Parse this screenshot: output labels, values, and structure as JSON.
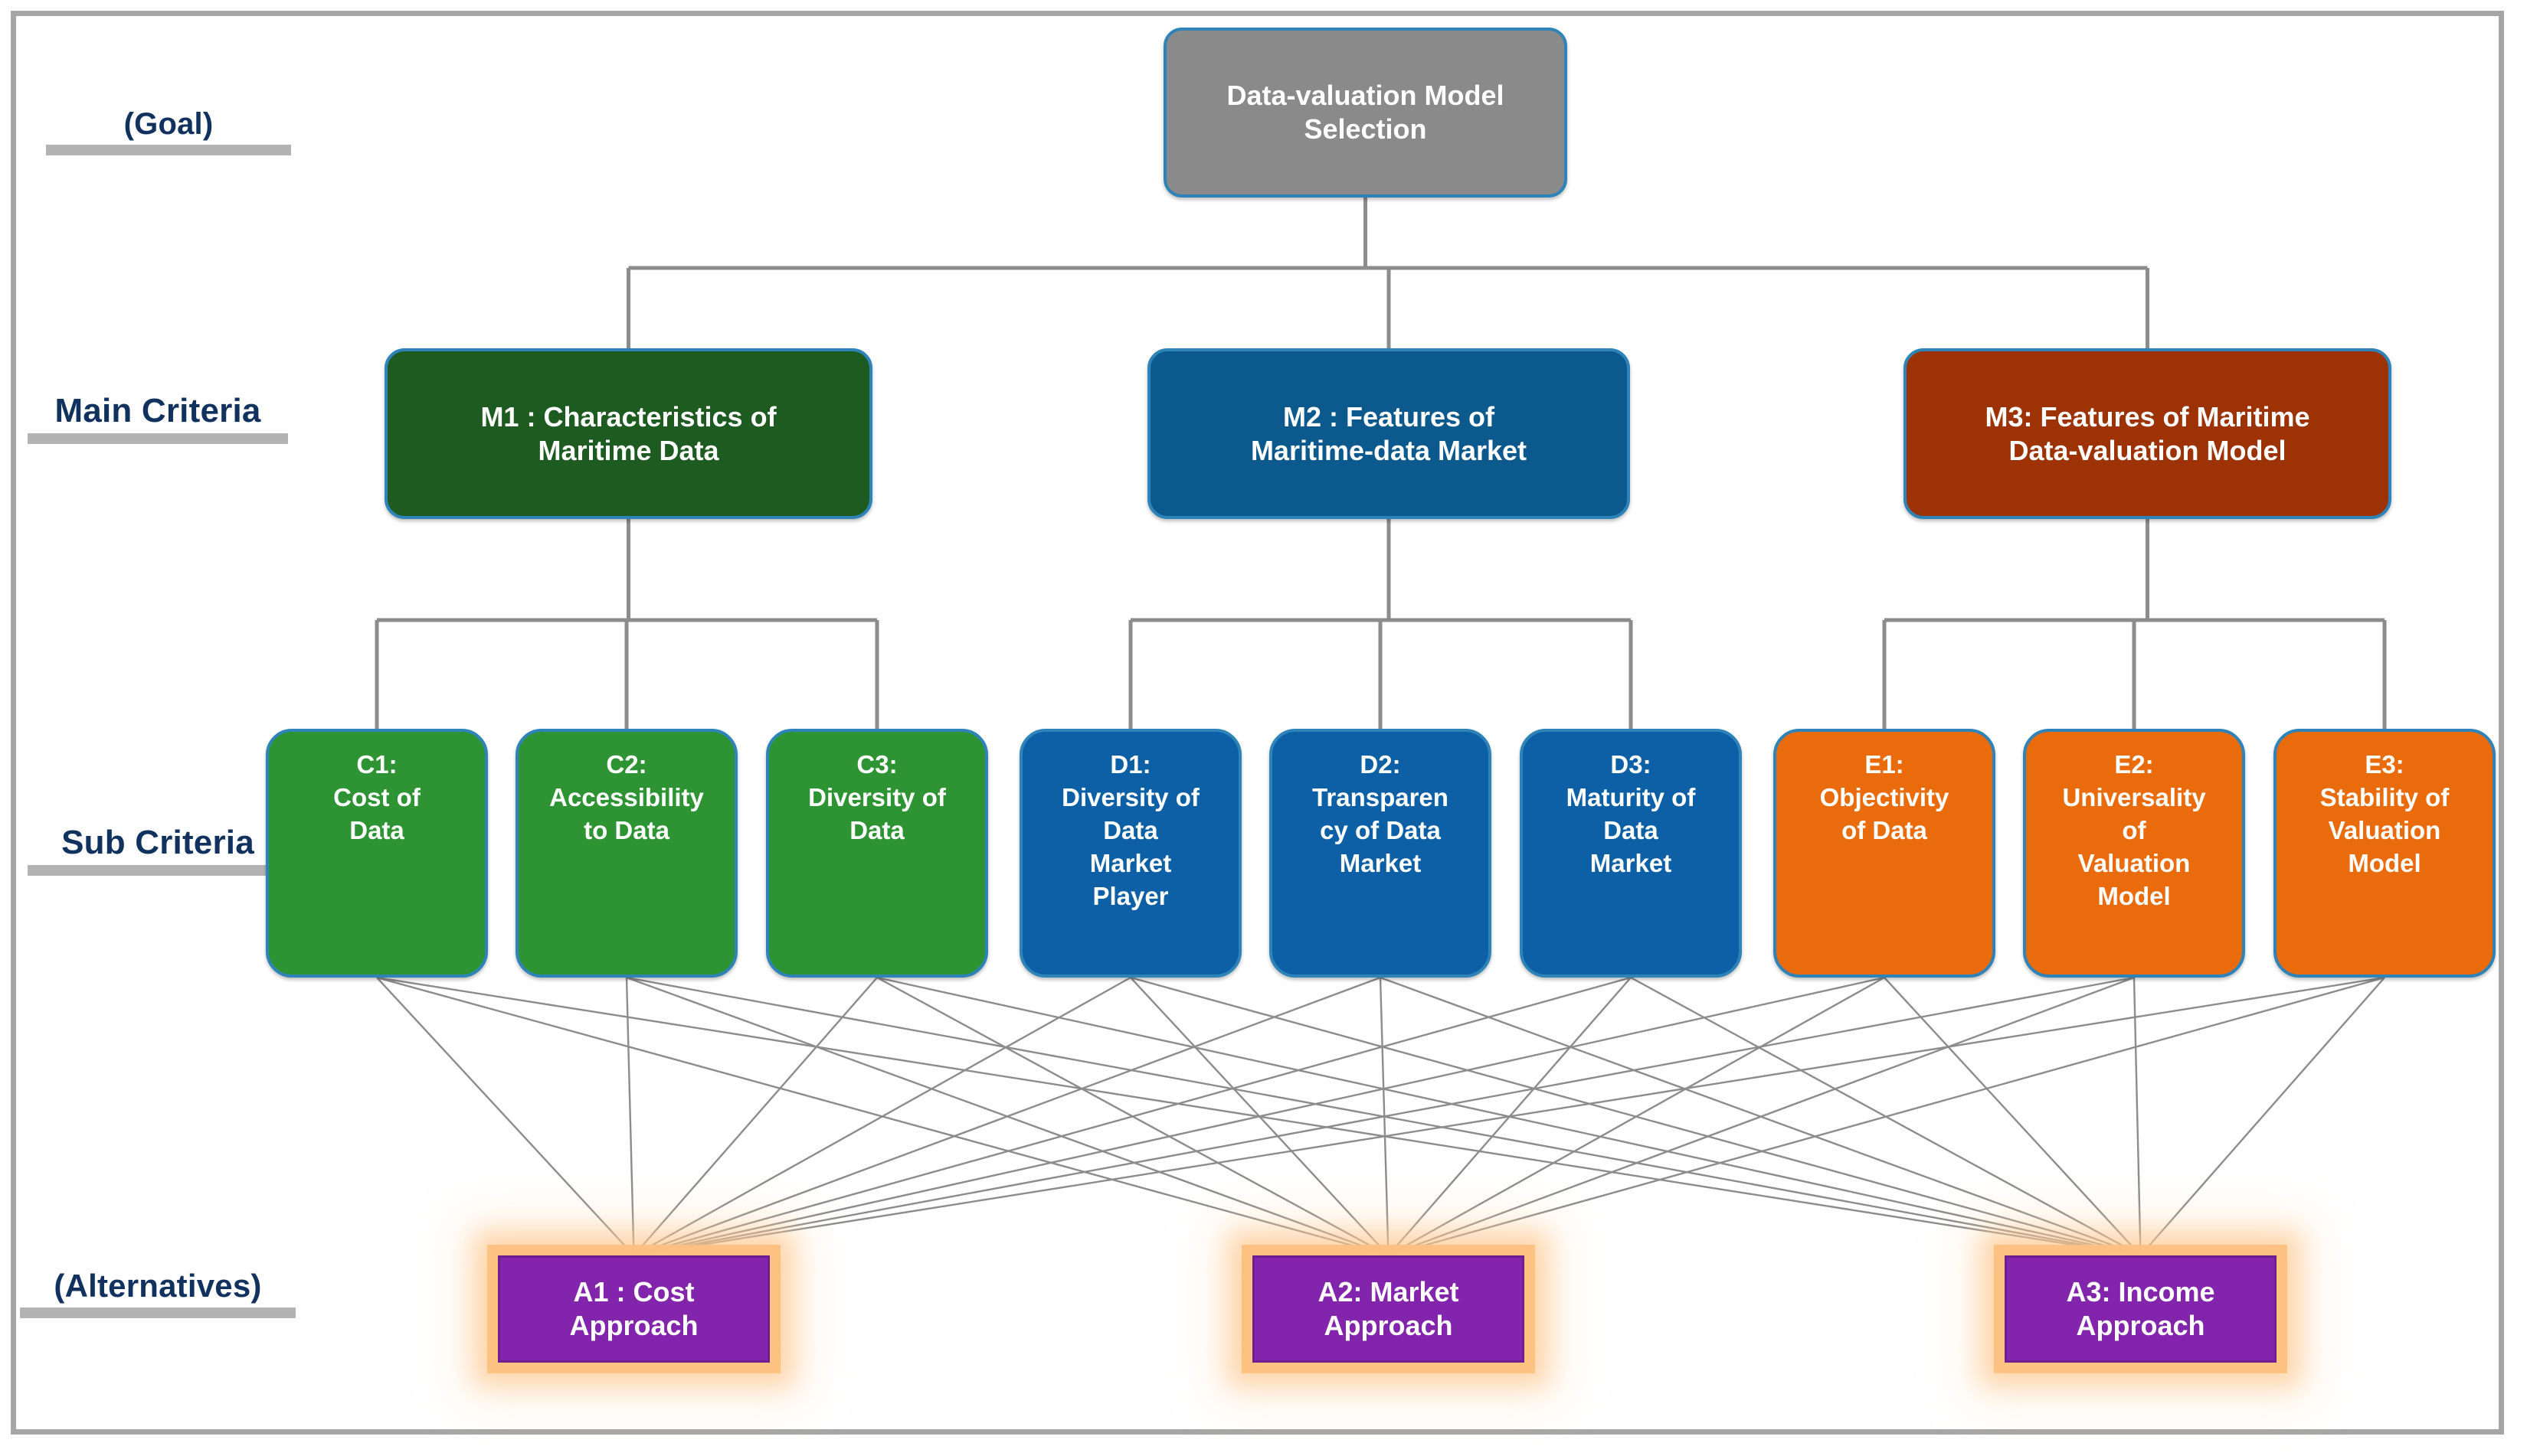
{
  "diagram": {
    "title": "AHP hierarchy for data-valuation model selection",
    "colors": {
      "goal": "#8a8a8a",
      "m1": "#1e5b20",
      "m2": "#0c5a8d",
      "m3": "#9d3205",
      "sub_c": "#2e9433",
      "sub_d": "#0d60a5",
      "sub_e": "#e96b0c",
      "alternative": "#8324ad",
      "alternative_glow": "#fdc180",
      "node_outline": "#2e83b8",
      "connector": "#8c8c8c",
      "row_label_text": "#11315e",
      "row_label_rule": "#b3b3b3",
      "frame": "#a6a6a6"
    }
  },
  "row_labels": [
    {
      "id": "row-goal",
      "text": "(Goal)"
    },
    {
      "id": "row-main",
      "text": "Main Criteria"
    },
    {
      "id": "row-sub",
      "text": "Sub Criteria"
    },
    {
      "id": "row-alternatives",
      "text": "(Alternatives)"
    }
  ],
  "goal": {
    "id": "G",
    "text": "Data-valuation Model\nSelection"
  },
  "main_criteria": [
    {
      "id": "M1",
      "text": "M1 : Characteristics of\nMaritime Data"
    },
    {
      "id": "M2",
      "text": "M2 : Features of\nMaritime-data Market"
    },
    {
      "id": "M3",
      "text": "M3: Features of Maritime\nData-valuation Model"
    }
  ],
  "sub_criteria": [
    {
      "id": "C1",
      "parent": "M1",
      "text": "C1:\nCost of\nData"
    },
    {
      "id": "C2",
      "parent": "M1",
      "text": "C2:\nAccessibility\nto Data"
    },
    {
      "id": "C3",
      "parent": "M1",
      "text": "C3:\nDiversity of\nData"
    },
    {
      "id": "D1",
      "parent": "M2",
      "text": "D1:\nDiversity of\nData\nMarket\nPlayer"
    },
    {
      "id": "D2",
      "parent": "M2",
      "text": "D2:\nTransparen\ncy of Data\nMarket"
    },
    {
      "id": "D3",
      "parent": "M2",
      "text": "D3:\nMaturity of\nData\nMarket"
    },
    {
      "id": "E1",
      "parent": "M3",
      "text": "E1:\nObjectivity\nof Data"
    },
    {
      "id": "E2",
      "parent": "M3",
      "text": "E2:\nUniversality\nof\nValuation\nModel"
    },
    {
      "id": "E3",
      "parent": "M3",
      "text": "E3:\nStability of\nValuation\nModel"
    }
  ],
  "alternatives": [
    {
      "id": "A1",
      "text": "A1 : Cost\nApproach"
    },
    {
      "id": "A2",
      "text": "A2: Market\nApproach"
    },
    {
      "id": "A3",
      "text": "A3: Income\nApproach"
    }
  ]
}
